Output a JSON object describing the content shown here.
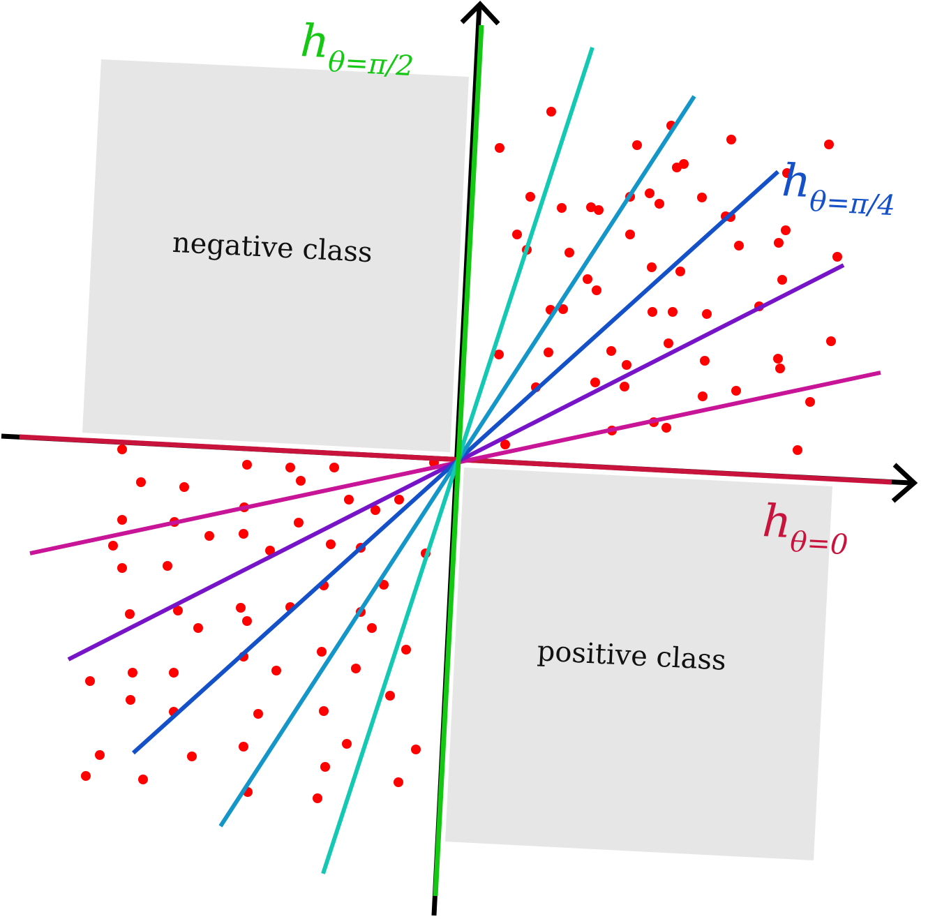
{
  "diagram": {
    "regions": {
      "negative": {
        "label": "negative class"
      },
      "positive": {
        "label": "positive class"
      }
    },
    "hypotheses": [
      {
        "id": "theta-0",
        "color": "#c8143c",
        "label_main": "h",
        "label_sub": "θ=0"
      },
      {
        "id": "theta-pi-12",
        "color": "#c81496",
        "label_main": "",
        "label_sub": ""
      },
      {
        "id": "theta-pi-6",
        "color": "#7814c8",
        "label_main": "",
        "label_sub": ""
      },
      {
        "id": "theta-pi-4",
        "color": "#1450c8",
        "label_main": "h",
        "label_sub": "θ=π/4"
      },
      {
        "id": "theta-pi-3",
        "color": "#1496c8",
        "label_main": "",
        "label_sub": ""
      },
      {
        "id": "theta-5pi-12",
        "color": "#14c8b4",
        "label_main": "",
        "label_sub": ""
      },
      {
        "id": "theta-pi-2",
        "color": "#14c814",
        "label_main": "h",
        "label_sub": "θ=π/2"
      }
    ],
    "point_color": "#ff0000",
    "axis_color": "#000000",
    "region_color": "#e6e6e6"
  }
}
